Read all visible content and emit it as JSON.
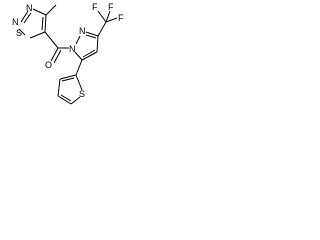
{
  "molecule": {
    "atoms": {
      "thiadiazole_S": "S",
      "thiadiazole_N_top": "N",
      "thiadiazole_N_left": "N",
      "carbonyl_O": "O",
      "pyrazole_N1": "N",
      "pyrazole_N2": "N",
      "fluorine_1": "F",
      "fluorine_2": "F",
      "fluorine_3": "F",
      "thiophene_S": "S"
    }
  }
}
